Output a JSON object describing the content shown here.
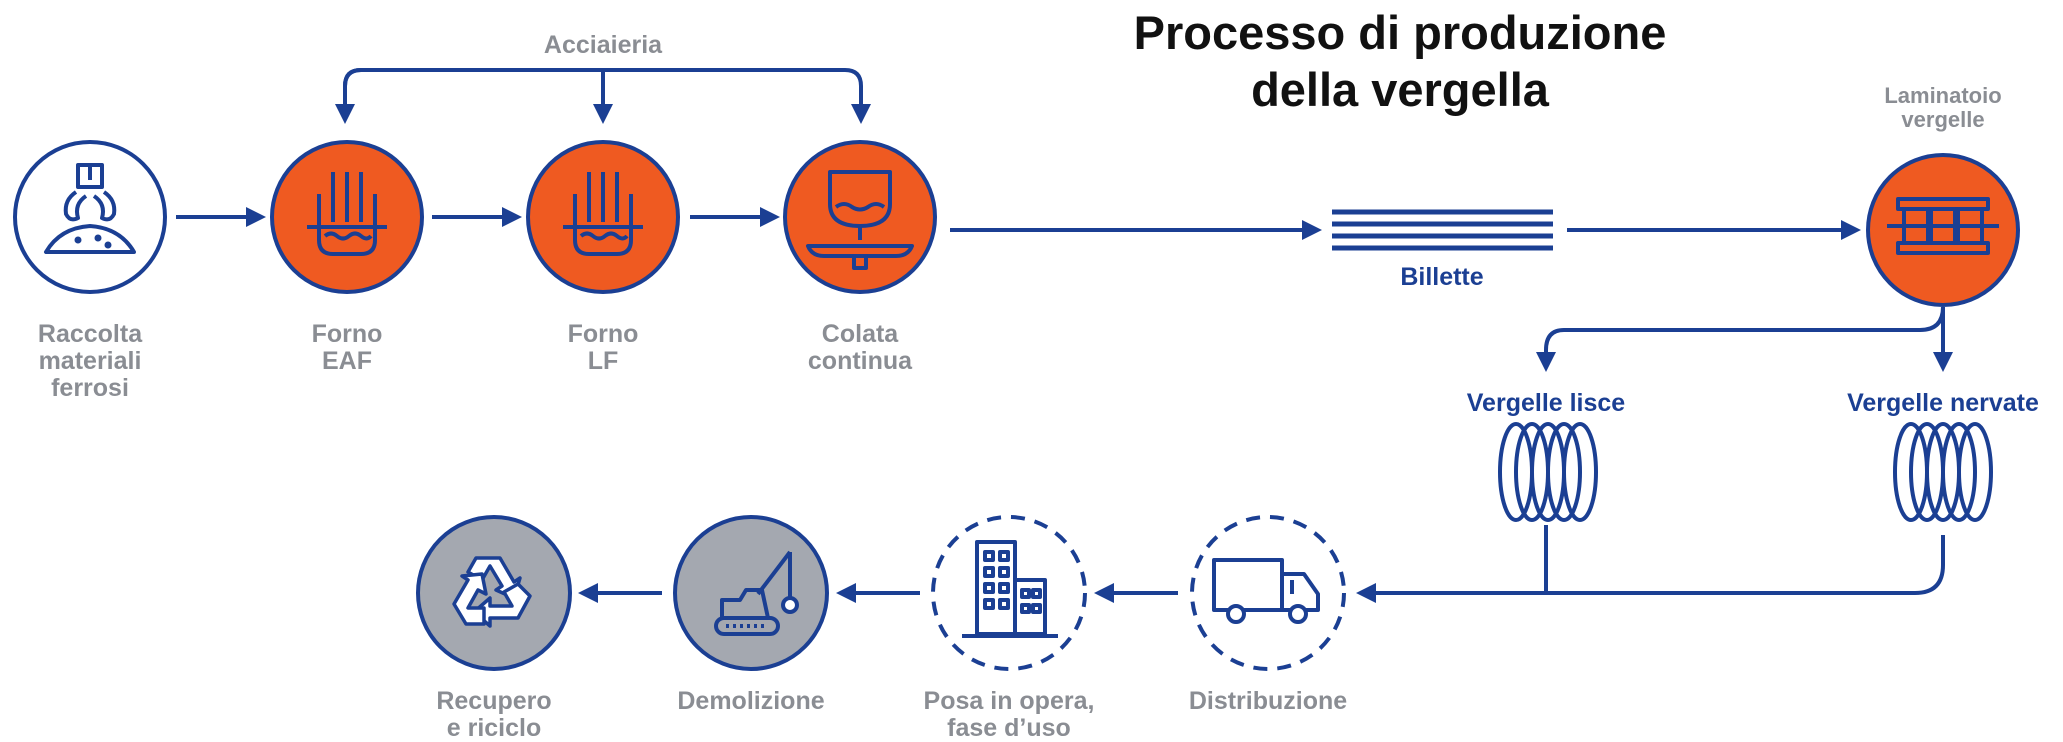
{
  "title": "Processo di produzione\ndella vergella",
  "group_label": "Acciaieria",
  "colors": {
    "primary": "#1b3f93",
    "accent": "#ef5a21",
    "gray_fill": "#a4a8b0",
    "label_gray": "#8a8d93",
    "title": "#111111"
  },
  "steps": {
    "raccolta": {
      "label": "Raccolta\nmateriali\nferrosi",
      "icon": "scrap-grabber-icon"
    },
    "forno_eaf": {
      "label": "Forno\nEAF",
      "icon": "furnace-icon"
    },
    "forno_lf": {
      "label": "Forno\nLF",
      "icon": "furnace-icon"
    },
    "colata": {
      "label": "Colata\ncontinua",
      "icon": "ladle-casting-icon"
    },
    "billette": {
      "label": "Billette",
      "icon": "billets-icon"
    },
    "laminatoio": {
      "label": "Laminatoio\nvergelle",
      "icon": "rolling-mill-icon"
    },
    "vergelle_lisce": {
      "label": "Vergelle lisce",
      "icon": "coil-icon"
    },
    "vergelle_nervate": {
      "label": "Vergelle nervate",
      "icon": "coil-icon"
    },
    "distribuzione": {
      "label": "Distribuzione",
      "icon": "truck-icon"
    },
    "posa": {
      "label": "Posa in opera,\nfase d’uso",
      "icon": "buildings-icon"
    },
    "demolizione": {
      "label": "Demolizione",
      "icon": "excavator-icon"
    },
    "recupero": {
      "label": "Recupero\ne riciclo",
      "icon": "recycle-icon"
    }
  }
}
